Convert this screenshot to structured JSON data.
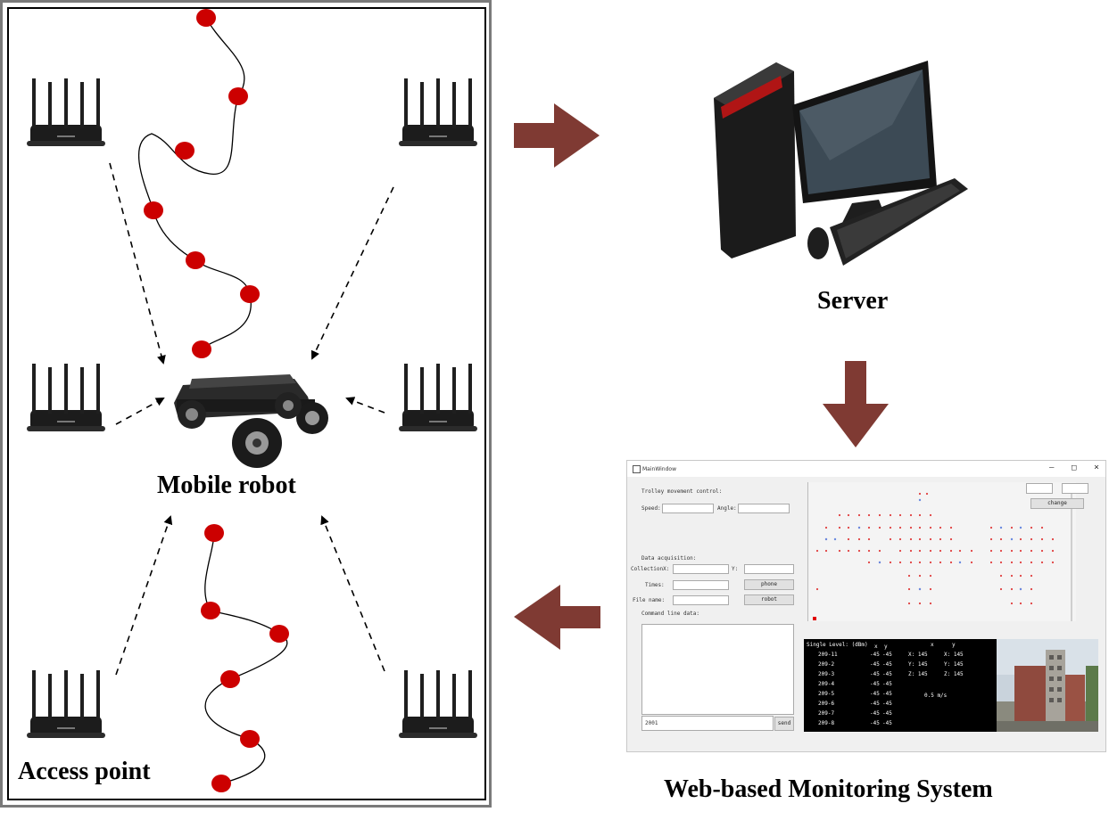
{
  "labels": {
    "mobile_robot": "Mobile robot",
    "access_point": "Access point",
    "server": "Server",
    "monitoring": "Web-based Monitoring System"
  },
  "colors": {
    "arrow": "#7f3a33",
    "waypoint": "#cc0000",
    "frame": "#7a7a7a"
  },
  "icons": [
    "router-icon",
    "desktop-computer-icon",
    "robot-car-icon",
    "building-photo"
  ],
  "window": {
    "title": "MainWindow",
    "controls": [
      "–",
      "□",
      "×"
    ],
    "trolley_label": "Trolley movement control:",
    "speed_label": "Speed:",
    "angle_label": "Angle:",
    "data_acq_label": "Data acquisition:",
    "collection_x_label": "CollectionX:",
    "y_label": "Y:",
    "times_label": "Times:",
    "file_name_label": "File name:",
    "phone_button": "phone",
    "robot_button": "robot",
    "command_label": "Command line data:",
    "command_value": "2001",
    "send_button": "send",
    "change_button": "change",
    "console": {
      "header": "Single Level: (dBm)",
      "col_x": "x",
      "col_y": "y",
      "col_x2": "x",
      "col_y2": "y",
      "rows": [
        {
          "id": "209-11",
          "a": "-45",
          "b": "-45"
        },
        {
          "id": "209-2",
          "a": "-45",
          "b": "-45"
        },
        {
          "id": "209-3",
          "a": "-45",
          "b": "-45"
        },
        {
          "id": "209-4",
          "a": "-45",
          "b": "-45"
        },
        {
          "id": "209-5",
          "a": "-45",
          "b": "-45"
        },
        {
          "id": "209-6",
          "a": "-45",
          "b": "-45"
        },
        {
          "id": "209-7",
          "a": "-45",
          "b": "-45"
        },
        {
          "id": "209-8",
          "a": "-45",
          "b": "-45"
        }
      ],
      "coords": [
        {
          "l": "X: 145",
          "r": "X: 145"
        },
        {
          "l": "Y: 145",
          "r": "Y: 145"
        },
        {
          "l": "Z: 145",
          "r": "Z: 145"
        }
      ],
      "speed": "0.5  m/s"
    }
  }
}
